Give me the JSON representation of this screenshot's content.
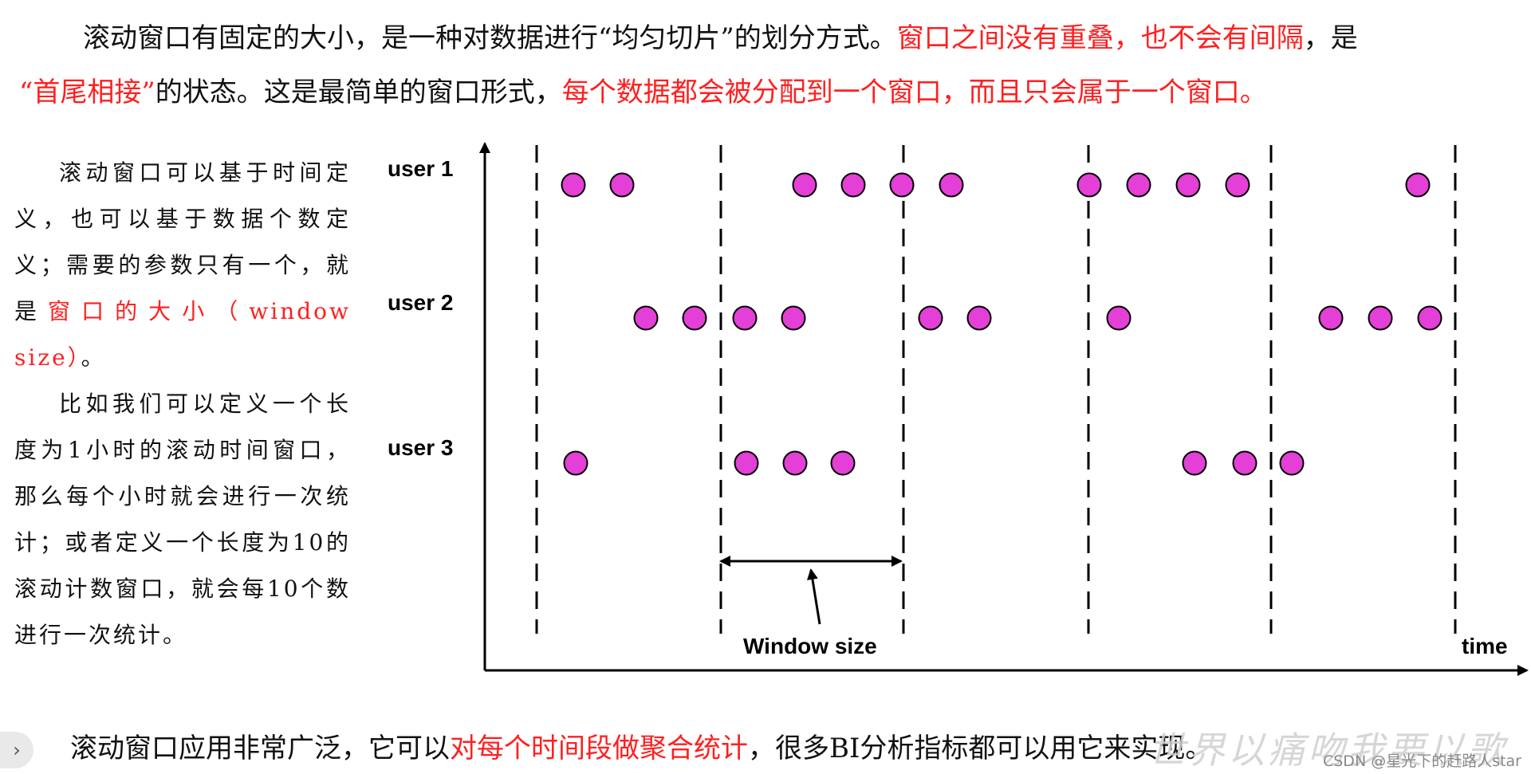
{
  "intro": {
    "p1": "滚动窗口有固定的大小，是一种对数据进行“均匀切片”的划分方式。",
    "p1_red": "窗口之间没有重叠，也不会有间隔",
    "p1_after": "，是",
    "p2_red1": "“首尾相接”",
    "p2": "的状态。这是最简单的窗口形式，",
    "p2_red2": "每个数据都会被分配到一个窗口，而且只会属于一个窗口。"
  },
  "side": {
    "s1": "滚动窗口可以基于时间定义，也可以基于数据个数定义；需要的参数只有一个，就是",
    "s1_red": "窗口的大小（window size）",
    "s1_end": "。",
    "s2": "比如我们可以定义一个长度为1小时的滚动时间窗口，那么每个小时就会进行一次统计；或者定义一个长度为10的滚动计数窗口，就会每10个数进行一次统计。"
  },
  "diagram": {
    "rows": [
      {
        "label": "user 1",
        "count": 11
      },
      {
        "label": "user 2",
        "count": 10
      },
      {
        "label": "user 3",
        "count": 7
      }
    ],
    "window_size_label": "Window size",
    "time_label": "time",
    "dot_color": "#e43fd6"
  },
  "bottom": {
    "before": "滚动窗口应用非常广泛，它可以",
    "red": "对每个时间段做聚合统计",
    "after": "，很多BI分析指标都可以用它来实现。"
  },
  "expand_icon": "›",
  "watermark": "世界以痛吻我要以歌",
  "credit": "CSDN @星光下的赶路人star"
}
